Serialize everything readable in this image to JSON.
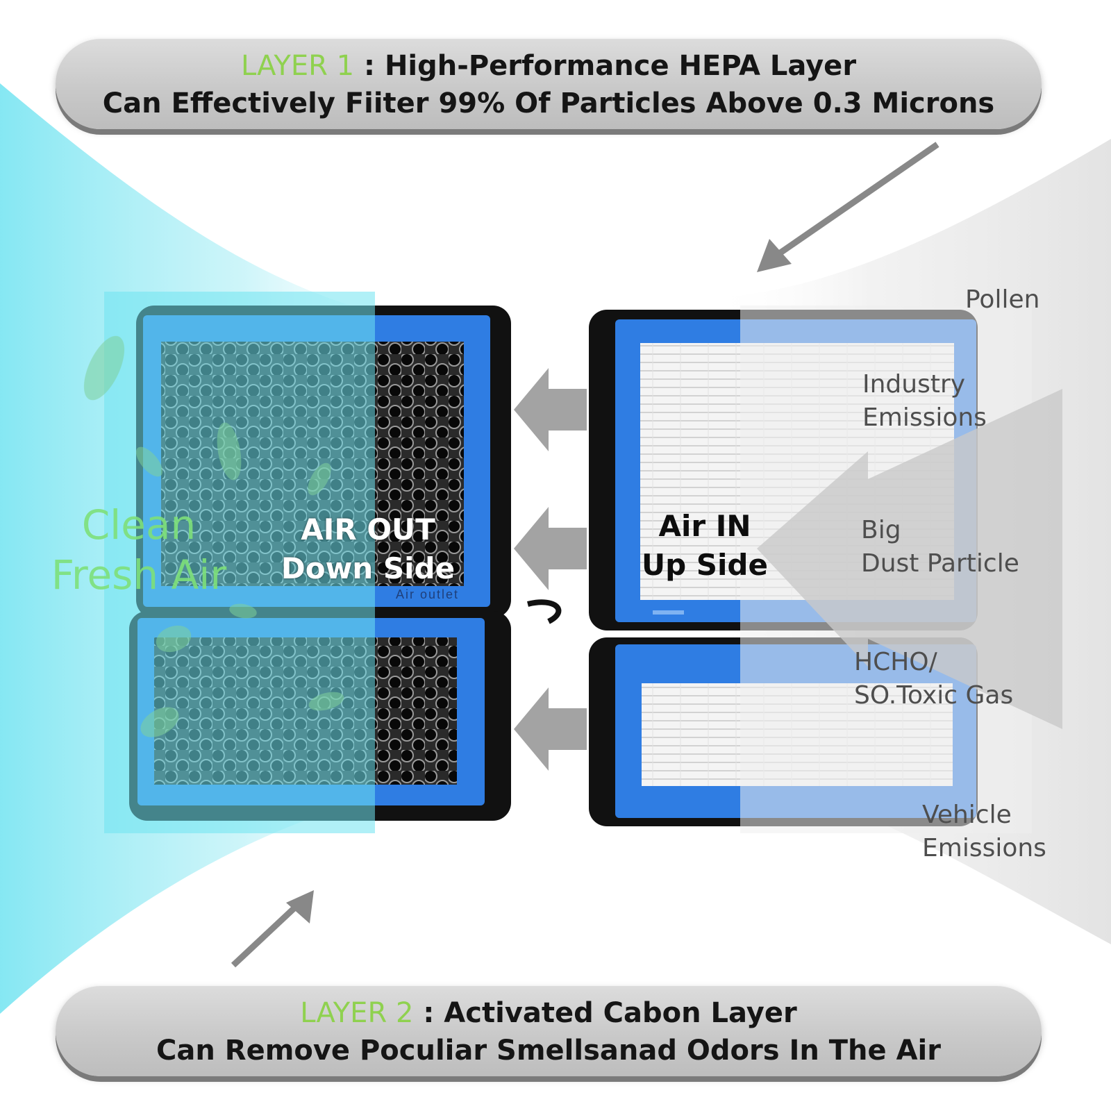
{
  "banner_top": {
    "layer_tag": "LAYER 1",
    "separator": ":",
    "title": "High-Performance HEPA Layer",
    "subtitle": "Can Effectively Fiiter 99% Of Particles Above 0.3 Microns"
  },
  "banner_bottom": {
    "layer_tag": "LAYER 2",
    "separator": ":",
    "title": "Activated Cabon Layer",
    "subtitle": "Can Remove Poculiar Smellsanad Odors In The Air"
  },
  "left_filter": {
    "air_out_line1": "AIR OUT",
    "air_out_line2": "Down Side",
    "outlet_label": "Air outlet"
  },
  "right_filter": {
    "air_in_line1": "Air IN",
    "air_in_line2": "Up Side"
  },
  "clean_air": {
    "line1": "Clean",
    "line2": "Fresh Air"
  },
  "pollutants": {
    "pollen": "Pollen",
    "industry_line1": "Industry",
    "industry_line2": "Emissions",
    "dust_line1": "Big",
    "dust_line2": "Dust Particle",
    "gas_line1": "HCHO/",
    "gas_line2": "SO.Toxic Gas",
    "vehicle_line1": "Vehicle",
    "vehicle_line2": "Emissions"
  },
  "colors": {
    "accent_green": "#8fd14f",
    "filter_blue": "#2f7de3",
    "cyan_glow": "#7fe6f2",
    "arrow_gray": "#8a8a8a"
  }
}
